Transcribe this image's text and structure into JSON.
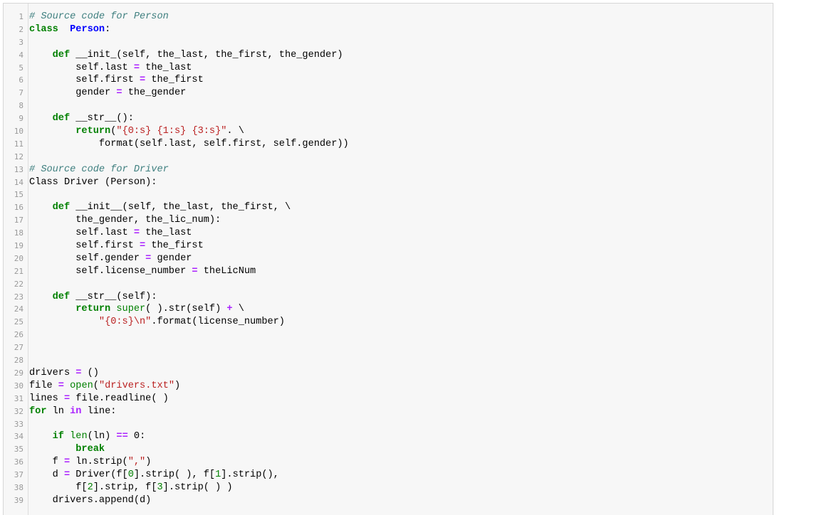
{
  "editor": {
    "lines": [
      {
        "n": "1",
        "t": [
          [
            "cm",
            "# Source code for Person"
          ]
        ]
      },
      {
        "n": "2",
        "t": [
          [
            "kw",
            "class"
          ],
          [
            "",
            "  "
          ],
          [
            "cls",
            "Person"
          ],
          [
            "",
            ":"
          ]
        ]
      },
      {
        "n": "3",
        "t": []
      },
      {
        "n": "4",
        "t": [
          [
            "",
            "    "
          ],
          [
            "kw",
            "def"
          ],
          [
            "",
            " __init_(self, the_last, the_first, the_gender)"
          ]
        ]
      },
      {
        "n": "5",
        "t": [
          [
            "",
            "        self.last "
          ],
          [
            "op",
            "="
          ],
          [
            "",
            " the_last"
          ]
        ]
      },
      {
        "n": "6",
        "t": [
          [
            "",
            "        self.first "
          ],
          [
            "op",
            "="
          ],
          [
            "",
            " the_first"
          ]
        ]
      },
      {
        "n": "7",
        "t": [
          [
            "",
            "        gender "
          ],
          [
            "op",
            "="
          ],
          [
            "",
            " the_gender"
          ]
        ]
      },
      {
        "n": "8",
        "t": []
      },
      {
        "n": "9",
        "t": [
          [
            "",
            "    "
          ],
          [
            "kw",
            "def"
          ],
          [
            "",
            " __str__():"
          ]
        ]
      },
      {
        "n": "10",
        "t": [
          [
            "",
            "        "
          ],
          [
            "kw",
            "return"
          ],
          [
            "",
            "("
          ],
          [
            "st",
            "\"{0:s} {1:s} {3:s}\""
          ],
          [
            "",
            ". \\"
          ]
        ]
      },
      {
        "n": "11",
        "t": [
          [
            "",
            "            format(self.last, self.first, self.gender))"
          ]
        ]
      },
      {
        "n": "12",
        "t": []
      },
      {
        "n": "13",
        "t": [
          [
            "cm",
            "# Source code for Driver"
          ]
        ]
      },
      {
        "n": "14",
        "t": [
          [
            "",
            "Class Driver (Person):"
          ]
        ]
      },
      {
        "n": "15",
        "t": []
      },
      {
        "n": "16",
        "t": [
          [
            "",
            "    "
          ],
          [
            "kw",
            "def"
          ],
          [
            "",
            " __init__(self, the_last, the_first, \\"
          ]
        ]
      },
      {
        "n": "17",
        "t": [
          [
            "",
            "        the_gender, the_lic_num):"
          ]
        ]
      },
      {
        "n": "18",
        "t": [
          [
            "",
            "        self.last "
          ],
          [
            "op",
            "="
          ],
          [
            "",
            " the_last"
          ]
        ]
      },
      {
        "n": "19",
        "t": [
          [
            "",
            "        self.first "
          ],
          [
            "op",
            "="
          ],
          [
            "",
            " the_first"
          ]
        ]
      },
      {
        "n": "20",
        "t": [
          [
            "",
            "        self.gender "
          ],
          [
            "op",
            "="
          ],
          [
            "",
            " gender"
          ]
        ]
      },
      {
        "n": "21",
        "t": [
          [
            "",
            "        self.license_number "
          ],
          [
            "op",
            "="
          ],
          [
            "",
            " theLicNum"
          ]
        ]
      },
      {
        "n": "22",
        "t": []
      },
      {
        "n": "23",
        "t": [
          [
            "",
            "    "
          ],
          [
            "kw",
            "def"
          ],
          [
            "",
            " __str__(self):"
          ]
        ]
      },
      {
        "n": "24",
        "t": [
          [
            "",
            "        "
          ],
          [
            "kw",
            "return"
          ],
          [
            "",
            ""
          ],
          [
            "bi",
            " super"
          ],
          [
            "",
            "( ).str(self) "
          ],
          [
            "op",
            "+"
          ],
          [
            "",
            " \\"
          ]
        ]
      },
      {
        "n": "25",
        "t": [
          [
            "",
            "            "
          ],
          [
            "st",
            "\"{0:s}\\n\""
          ],
          [
            "",
            ".format(license_number)"
          ]
        ]
      },
      {
        "n": "26",
        "t": []
      },
      {
        "n": "27",
        "t": []
      },
      {
        "n": "28",
        "t": []
      },
      {
        "n": "29",
        "t": [
          [
            "",
            "drivers "
          ],
          [
            "op",
            "="
          ],
          [
            "",
            " ()"
          ]
        ]
      },
      {
        "n": "30",
        "t": [
          [
            "",
            "file "
          ],
          [
            "op",
            "="
          ],
          [
            "",
            " "
          ],
          [
            "bi",
            "open"
          ],
          [
            "",
            "("
          ],
          [
            "st",
            "\"drivers.txt\""
          ],
          [
            "",
            ")"
          ]
        ]
      },
      {
        "n": "31",
        "t": [
          [
            "",
            "lines "
          ],
          [
            "op",
            "="
          ],
          [
            "",
            " file.readline( )"
          ]
        ]
      },
      {
        "n": "32",
        "t": [
          [
            "kw",
            "for"
          ],
          [
            "",
            " ln "
          ],
          [
            "op",
            "in"
          ],
          [
            "",
            " line:"
          ]
        ]
      },
      {
        "n": "33",
        "t": []
      },
      {
        "n": "34",
        "t": [
          [
            "",
            "    "
          ],
          [
            "kw",
            "if"
          ],
          [
            "",
            " "
          ],
          [
            "bi",
            "len"
          ],
          [
            "",
            "(ln) "
          ],
          [
            "op",
            "=="
          ],
          [
            "",
            " 0:"
          ]
        ]
      },
      {
        "n": "35",
        "t": [
          [
            "",
            "        "
          ],
          [
            "kw",
            "break"
          ]
        ]
      },
      {
        "n": "36",
        "t": [
          [
            "",
            "    f "
          ],
          [
            "op",
            "="
          ],
          [
            "",
            " ln.strip("
          ],
          [
            "st",
            "\",\""
          ],
          [
            "",
            ")"
          ]
        ]
      },
      {
        "n": "37",
        "t": [
          [
            "",
            "    d "
          ],
          [
            "op",
            "="
          ],
          [
            "",
            " Driver(f["
          ],
          [
            "nm",
            "0"
          ],
          [
            "",
            "].strip( ), f["
          ],
          [
            "nm",
            "1"
          ],
          [
            "",
            "].strip(),"
          ]
        ]
      },
      {
        "n": "38",
        "t": [
          [
            "",
            "        f["
          ],
          [
            "nm",
            "2"
          ],
          [
            "",
            "].strip, f["
          ],
          [
            "nm",
            "3"
          ],
          [
            "",
            "].strip( ) )"
          ]
        ]
      },
      {
        "n": "39",
        "t": [
          [
            "",
            "    drivers.append(d)"
          ]
        ]
      }
    ]
  }
}
